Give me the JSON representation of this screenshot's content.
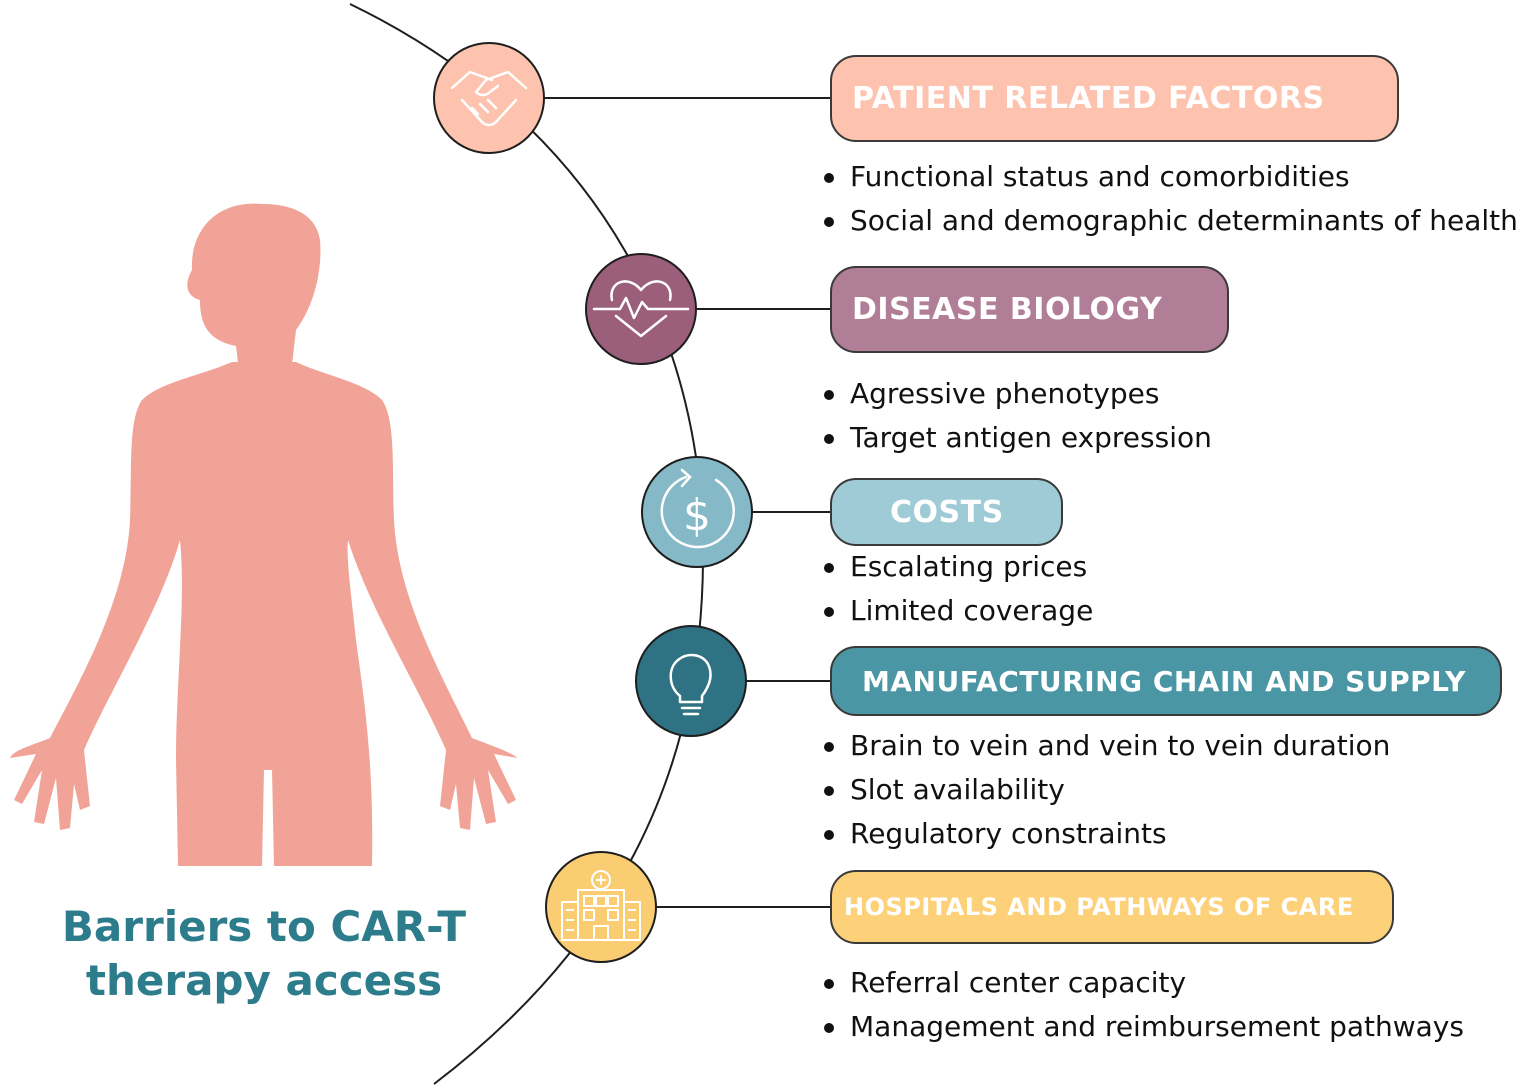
{
  "title": {
    "line1": "Barriers to CAR-T",
    "line2": "therapy access"
  },
  "colors": {
    "figure": "#f2a398",
    "title": "#2c7c8c",
    "connector": "#1e1e1e",
    "patient": "#fdc3ae",
    "disease": "#b07e96",
    "disease_icon": "#9b5f7c",
    "costs": "#9ecbd5",
    "costs_icon": "#86b9c7",
    "manufacturing": "#4b96a4",
    "manufacturing_icon": "#2e7284",
    "hospitals": "#fdd17a",
    "hospitals_icon": "#fbcd72"
  },
  "barriers": [
    {
      "heading": "PATIENT RELATED FACTORS",
      "icon": "handshake-icon",
      "items": [
        "Functional status and comorbidities",
        "Social and demographic determinants of health"
      ]
    },
    {
      "heading": "DISEASE BIOLOGY",
      "icon": "heartbeat-icon",
      "items": [
        "Agressive phenotypes",
        "Target antigen expression"
      ]
    },
    {
      "heading": "COSTS",
      "icon": "dollar-cycle-icon",
      "items": [
        "Escalating prices",
        "Limited coverage"
      ]
    },
    {
      "heading": "MANUFACTURING CHAIN AND SUPPLY",
      "icon": "lightbulb-icon",
      "items": [
        "Brain to vein and vein to vein duration",
        "Slot availability",
        "Regulatory constraints"
      ]
    },
    {
      "heading": "HOSPITALS AND PATHWAYS OF CARE",
      "icon": "hospital-icon",
      "items": [
        "Referral center capacity",
        "Management and reimbursement pathways"
      ]
    }
  ]
}
